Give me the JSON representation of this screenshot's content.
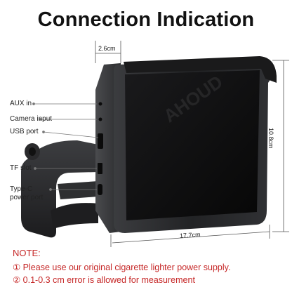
{
  "title": "Connection Indication",
  "watermark": "AHOUD",
  "ports": {
    "aux": "AUX in",
    "camera": "Camera input",
    "usb": "USB port",
    "tf": "TF slot",
    "typec_line1": "Type-C",
    "typec_line2": "power port"
  },
  "dimensions": {
    "depth": "2.6cm",
    "height": "10.8cm",
    "width": "17.7cm"
  },
  "note": {
    "title": "NOTE:",
    "line1": "① Please use our original cigarette lighter power supply.",
    "line2": "② 0.1-0.3 cm error is allowed for measurement"
  },
  "colors": {
    "note": "#c62828",
    "screen": "#0e0e0f",
    "bezel": "#2a2b2d"
  }
}
